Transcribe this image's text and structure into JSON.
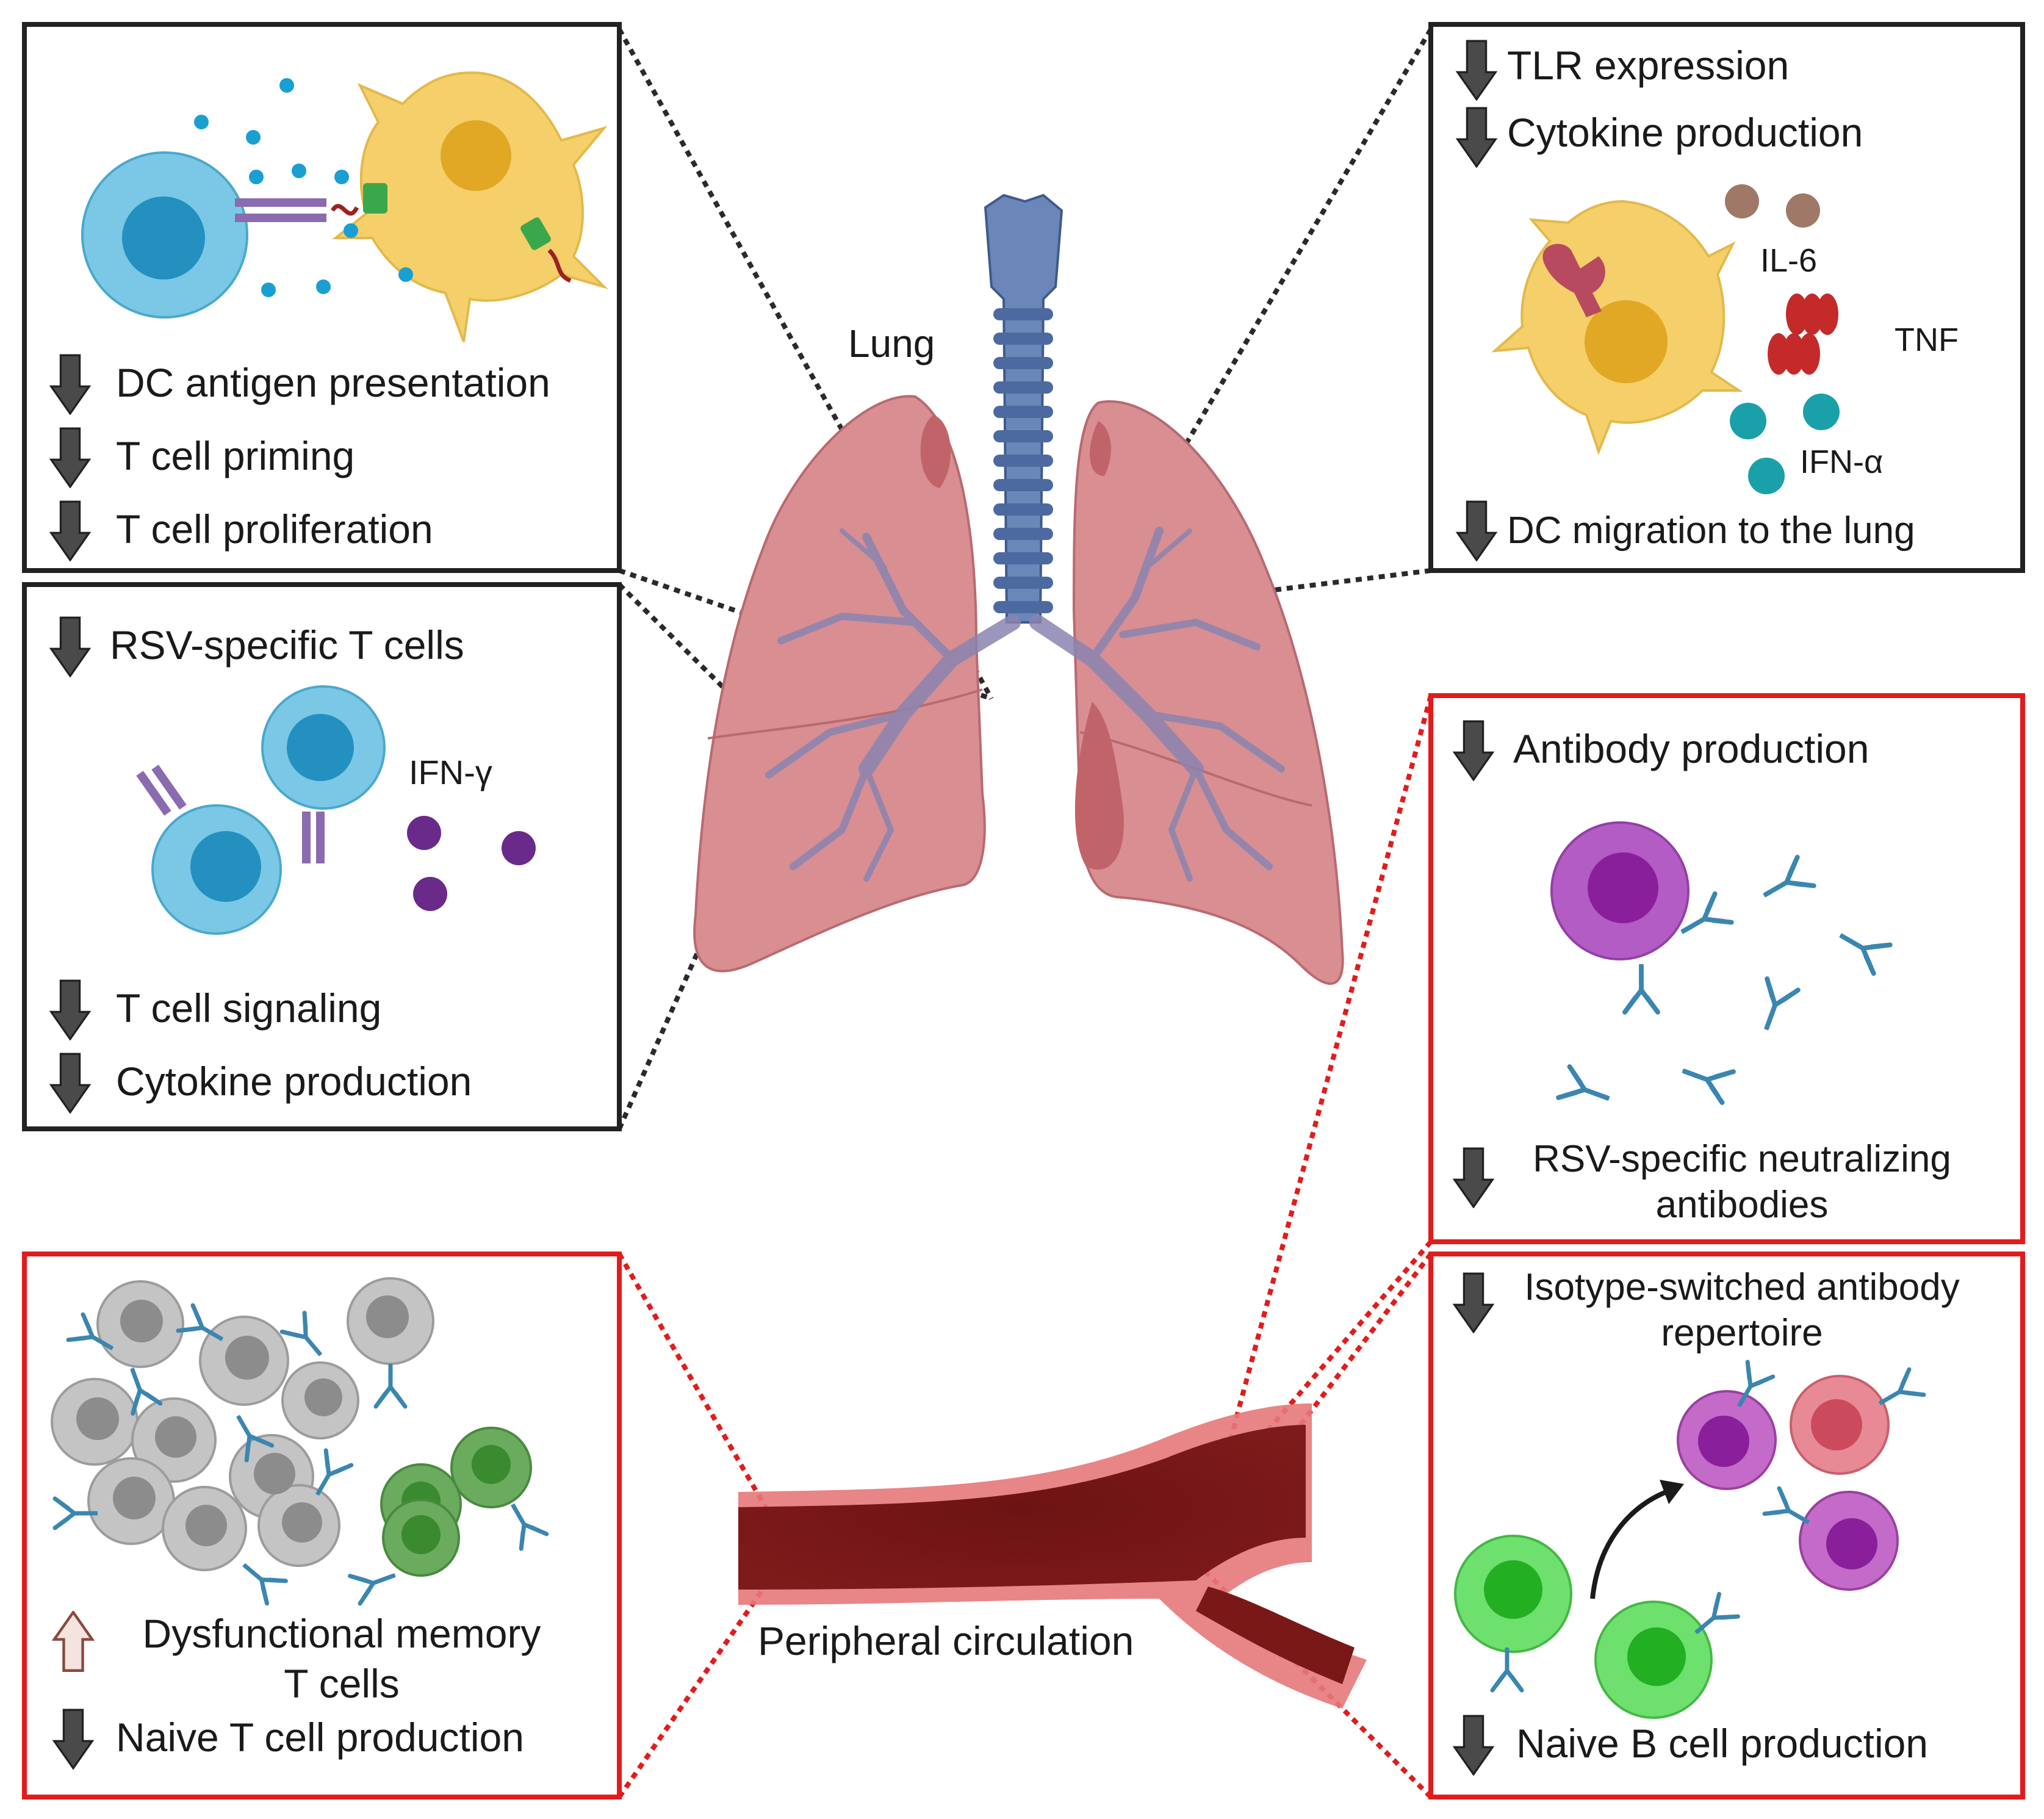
{
  "center": {
    "lung_label": "Lung",
    "circulation_label": "Peripheral circulation"
  },
  "panels": {
    "dc_panel": {
      "items": [
        "DC antigen presentation",
        "T cell priming",
        "T cell proliferation"
      ]
    },
    "tcell_panel": {
      "title": "RSV-specific T cells",
      "cytokine_label": "IFN-γ",
      "items": [
        "T cell signaling",
        "Cytokine production"
      ]
    },
    "tlr_panel": {
      "items": [
        "TLR expression",
        "Cytokine production"
      ],
      "labels": {
        "il6": "IL-6",
        "tnf": "TNF",
        "ifna": "IFN-α"
      },
      "footer": "DC migration to the lung"
    },
    "antibody_panel": {
      "title": "Antibody production",
      "footer_line1": "RSV-specific neutralizing",
      "footer_line2": "antibodies"
    },
    "memory_panel": {
      "up_item_line1": "Dysfunctional memory",
      "up_item_line2": "T cells",
      "down_item": "Naive T cell production"
    },
    "isotype_panel": {
      "title_line1": "Isotype-switched antibody",
      "title_line2": "repertoire",
      "footer": "Naive B cell production"
    }
  },
  "colors": {
    "box_black": "#222222",
    "box_red": "#e31b1b",
    "arrow_down": "#4a4a4a",
    "arrow_up": "#8a4a3e",
    "lung": "#d98e92",
    "trachea": "#5f7db0",
    "dc_cell": "#f5cf6a",
    "t_cell": "#6cc0e0",
    "memory_cell": "#bdbdbd",
    "b_cell_green": "#5cd65c",
    "plasma_purple": "#b35cc4",
    "vessel": "#7a1818",
    "antibody": "#3a86b0"
  }
}
